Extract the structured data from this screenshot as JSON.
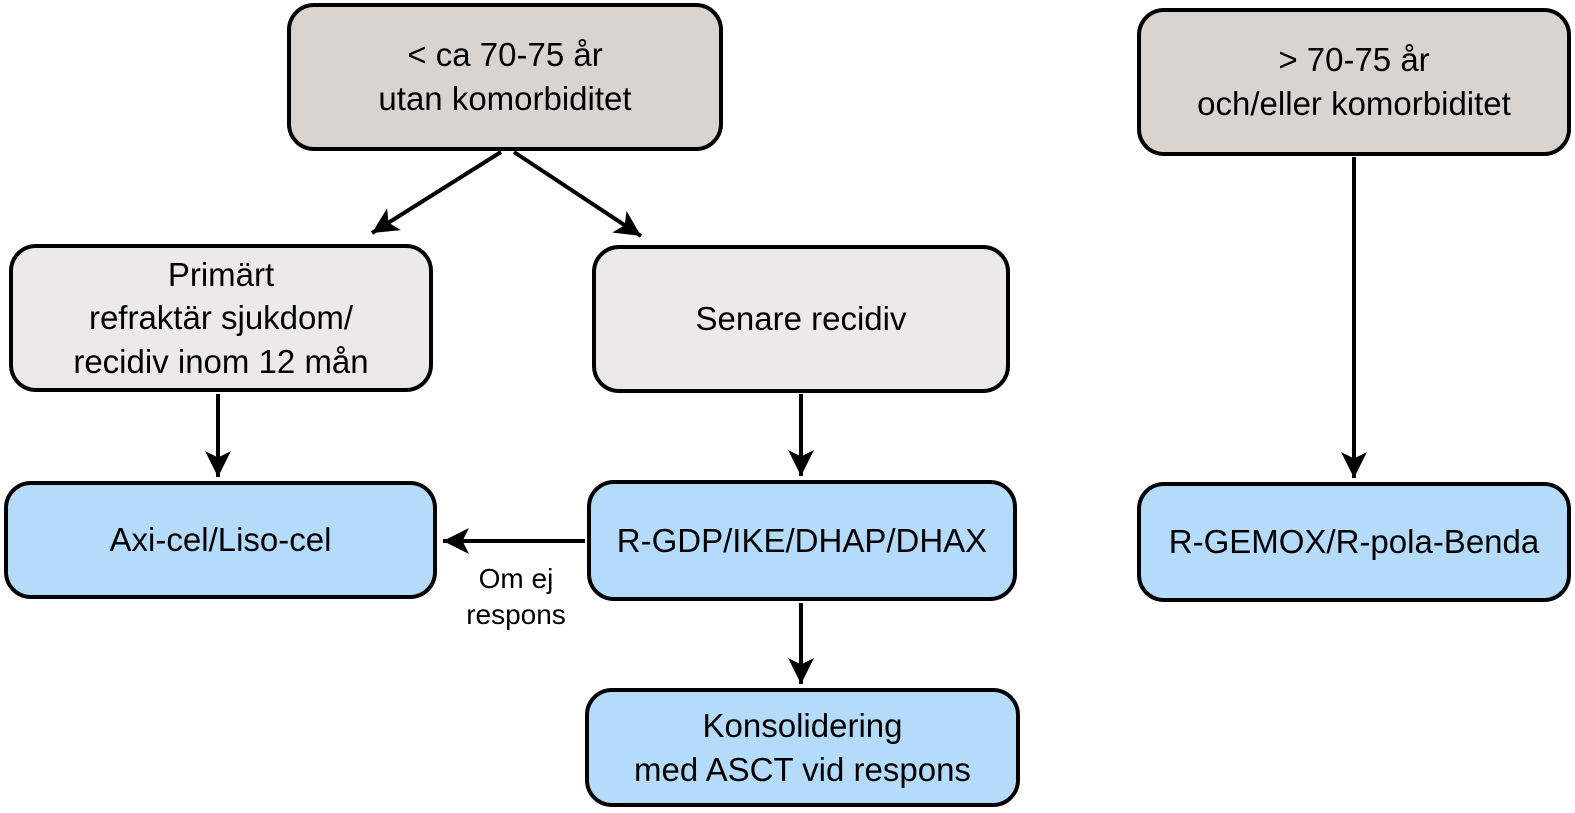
{
  "diagram": {
    "type": "flowchart",
    "language": "sv",
    "background": "#ffffff"
  },
  "colors": {
    "node_gray_dark": "#d9d4d0",
    "node_gray_light": "#ebeae8",
    "node_blue": "#b4dbfa",
    "outline": "#000000",
    "arrow": "#000000",
    "text": "#000000"
  },
  "nodes": {
    "age_young": {
      "line1": "< ca 70-75 år",
      "line2": "utan komorbiditet"
    },
    "age_old": {
      "line1": "> 70-75 år",
      "line2": "och/eller komorbiditet"
    },
    "primary_refractory": {
      "line1": "Primärt",
      "line2": "refraktär sjukdom/",
      "line3": "recidiv inom 12 mån"
    },
    "late_relapse": {
      "line1": "Senare recidiv"
    },
    "axicel_lisocel": {
      "line1": "Axi-cel/Liso-cel"
    },
    "rgdp": {
      "line1": "R-GDP/IKE/DHAP/DHAX"
    },
    "rgemox": {
      "line1": "R-GEMOX/R-pola-Benda"
    },
    "konsolidering": {
      "line1": "Konsolidering",
      "line2": "med ASCT vid respons"
    }
  },
  "edge_label": {
    "line1": "Om ej",
    "line2": "respons"
  },
  "edges": [
    {
      "from": "age_young",
      "to": "primary_refractory",
      "label": ""
    },
    {
      "from": "age_young",
      "to": "late_relapse",
      "label": ""
    },
    {
      "from": "primary_refractory",
      "to": "axicel_lisocel",
      "label": ""
    },
    {
      "from": "late_relapse",
      "to": "rgdp",
      "label": ""
    },
    {
      "from": "rgdp",
      "to": "axicel_lisocel",
      "label": "Om ej respons"
    },
    {
      "from": "rgdp",
      "to": "konsolidering",
      "label": ""
    },
    {
      "from": "age_old",
      "to": "rgemox",
      "label": ""
    }
  ]
}
